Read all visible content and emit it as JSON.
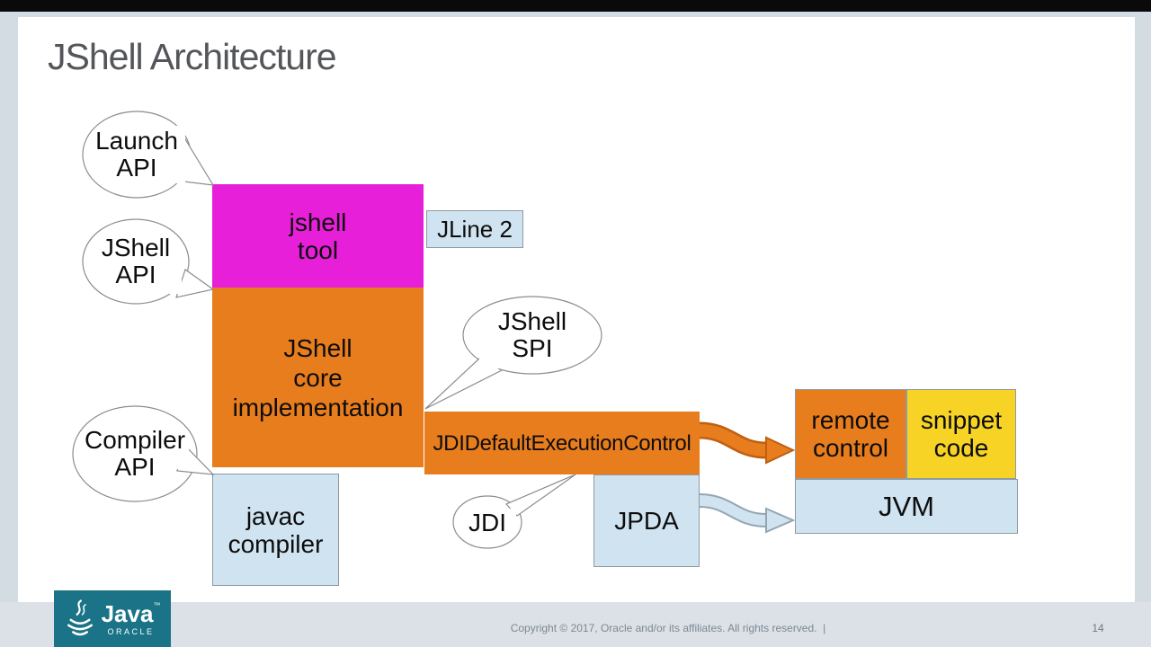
{
  "slide": {
    "title": "JShell Architecture"
  },
  "diagram": {
    "bubbles": {
      "launch_api": "Launch\nAPI",
      "jshell_api": "JShell\nAPI",
      "compiler_api": "Compiler\nAPI",
      "jshell_spi": "JShell\nSPI",
      "jdi": "JDI"
    },
    "boxes": {
      "jshell_tool": "jshell\ntool",
      "jline2": "JLine 2",
      "jshell_core": "JShell\ncore\nimplementation",
      "jdi_default_execution_control": "JDIDefaultExecutionControl",
      "javac_compiler": "javac\ncompiler",
      "jpda": "JPDA",
      "remote_control": "remote\ncontrol",
      "snippet_code": "snippet\ncode",
      "jvm": "JVM"
    },
    "colors": {
      "magenta": "#e71fd9",
      "orange": "#e87d1e",
      "light_blue": "#cfe3f0",
      "yellow": "#f6d325",
      "arrow_orange_outline": "#bf5f10",
      "arrow_blue_outline": "#94a5b2",
      "logo_teal": "#1a7386"
    }
  },
  "footer": {
    "copyright": "Copyright © 2017, Oracle and/or its affiliates. All rights reserved.  |",
    "page_number": "14",
    "logo": {
      "brand": "Java",
      "trademark": "™",
      "company": "ORACLE"
    }
  }
}
